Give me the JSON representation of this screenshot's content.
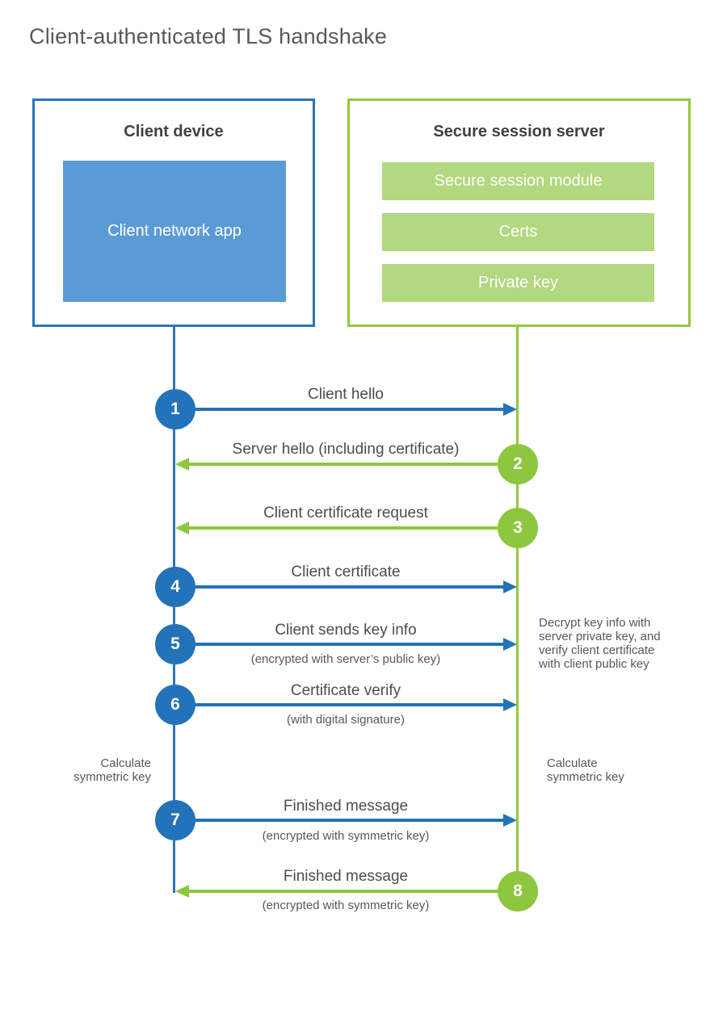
{
  "title": "Client-authenticated TLS handshake",
  "colors": {
    "blue_border": "#2E75B6",
    "blue_fill": "#5B9BD5",
    "blue_accent": "#2273B9",
    "green_border": "#94C83D",
    "green_fill": "#B2D880",
    "green_accent": "#8DC63F",
    "title_text": "#58595B",
    "heading_text": "#3F4145",
    "label_text": "#4A4D50"
  },
  "client": {
    "title": "Client device",
    "module": "Client network app"
  },
  "server": {
    "title": "Secure session server",
    "modules": [
      "Secure session module",
      "Certs",
      "Private key"
    ]
  },
  "messages": [
    {
      "num": "1",
      "from": "client",
      "to": "server",
      "label": "Client hello",
      "sublabel": ""
    },
    {
      "num": "2",
      "from": "server",
      "to": "client",
      "label": "Server hello (including certificate)",
      "sublabel": ""
    },
    {
      "num": "3",
      "from": "server",
      "to": "client",
      "label": "Client certificate request",
      "sublabel": ""
    },
    {
      "num": "4",
      "from": "client",
      "to": "server",
      "label": "Client certificate",
      "sublabel": ""
    },
    {
      "num": "5",
      "from": "client",
      "to": "server",
      "label": "Client sends key info",
      "sublabel": "(encrypted with server’s public key)"
    },
    {
      "num": "6",
      "from": "client",
      "to": "server",
      "label": "Certificate verify",
      "sublabel": "(with digital signature)"
    },
    {
      "num": "7",
      "from": "client",
      "to": "server",
      "label": "Finished message",
      "sublabel": "(encrypted with symmetric key)"
    },
    {
      "num": "8",
      "from": "server",
      "to": "client",
      "label": "Finished message",
      "sublabel": "(encrypted with symmetric key)"
    }
  ],
  "annotations": {
    "decrypt_note": "Decrypt key info with server private key, and verify client certificate with client public key",
    "calculate_left": "Calculate symmetric key",
    "calculate_right": "Calculate symmetric key"
  }
}
